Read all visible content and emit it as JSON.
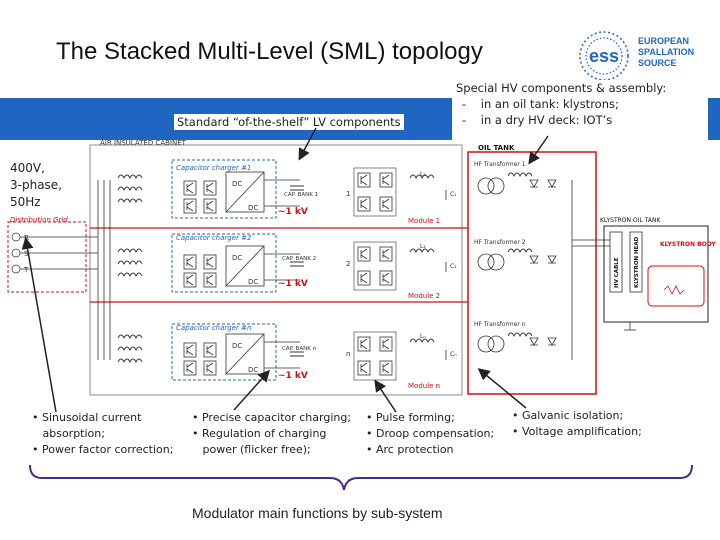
{
  "slide": {
    "title": "The Stacked Multi-Level (SML) topology",
    "logo": {
      "name": "ess-logo",
      "wordmark": "ess",
      "text_lines": [
        "EUROPEAN",
        "SPALLATION",
        "SOURCE"
      ]
    },
    "accent_color": "#1f66c2"
  },
  "callouts": {
    "lv_components": "Standard “of-the-shelf” LV components",
    "hv_heading": "Special HV components & assembly:",
    "hv_items": [
      "in an oil tank: klystrons;",
      "in a dry HV deck: IOT’s"
    ]
  },
  "supply": {
    "lines": [
      "400V,",
      "3-phase,",
      "50Hz"
    ]
  },
  "diagram": {
    "cabinet_label": "AIR INSULATED CABINET",
    "grid_label": "Distribution Grid",
    "phases": [
      "R",
      "S",
      "T"
    ],
    "oil_tank_label": "OIL TANK",
    "klystron_tank_label": "KLYSTRON OIL TANK",
    "hv_cable_label": "HV CABLE",
    "klystron_head_label": "KLYSTRON HEAD",
    "klystron_body_label": "KLYSTRON BODY",
    "modules": [
      {
        "charger": "Capacitor charger #1",
        "dc1": "DC",
        "dc2": "DC",
        "bank": "CAP. BANK 1",
        "voltage": "~1 kV",
        "index": "1",
        "module": "Module 1",
        "transformer": "HF Transformer 1",
        "l_label": "L₁",
        "c_label": "C₁"
      },
      {
        "charger": "Capacitor charger #2",
        "dc1": "DC",
        "dc2": "DC",
        "bank": "CAP. BANK 2",
        "voltage": "~1 kV",
        "index": "2",
        "module": "Module 2",
        "transformer": "HF Transformer 2",
        "l_label": "L₂",
        "c_label": "C₂"
      },
      {
        "charger": "Capacitor charger #n",
        "dc1": "DC",
        "dc2": "DC",
        "bank": "CAP. BANK n",
        "voltage": "~1 kV",
        "index": "n",
        "module": "Module n",
        "transformer": "HF Transformer n",
        "l_label": "Lₙ",
        "c_label": "Cₙ"
      }
    ]
  },
  "functions": [
    {
      "lines": [
        "• Sinusoidal current",
        "   absorption;",
        "• Power factor correction;"
      ]
    },
    {
      "lines": [
        "• Precise capacitor charging;",
        "• Regulation of charging",
        "   power (flicker free);"
      ]
    },
    {
      "lines": [
        "• Pulse forming;",
        "• Droop compensation;",
        "• Arc protection"
      ]
    },
    {
      "lines": [
        "• Galvanic isolation;",
        "• Voltage amplification;"
      ]
    }
  ],
  "footer": "Modulator main functions by sub-system"
}
